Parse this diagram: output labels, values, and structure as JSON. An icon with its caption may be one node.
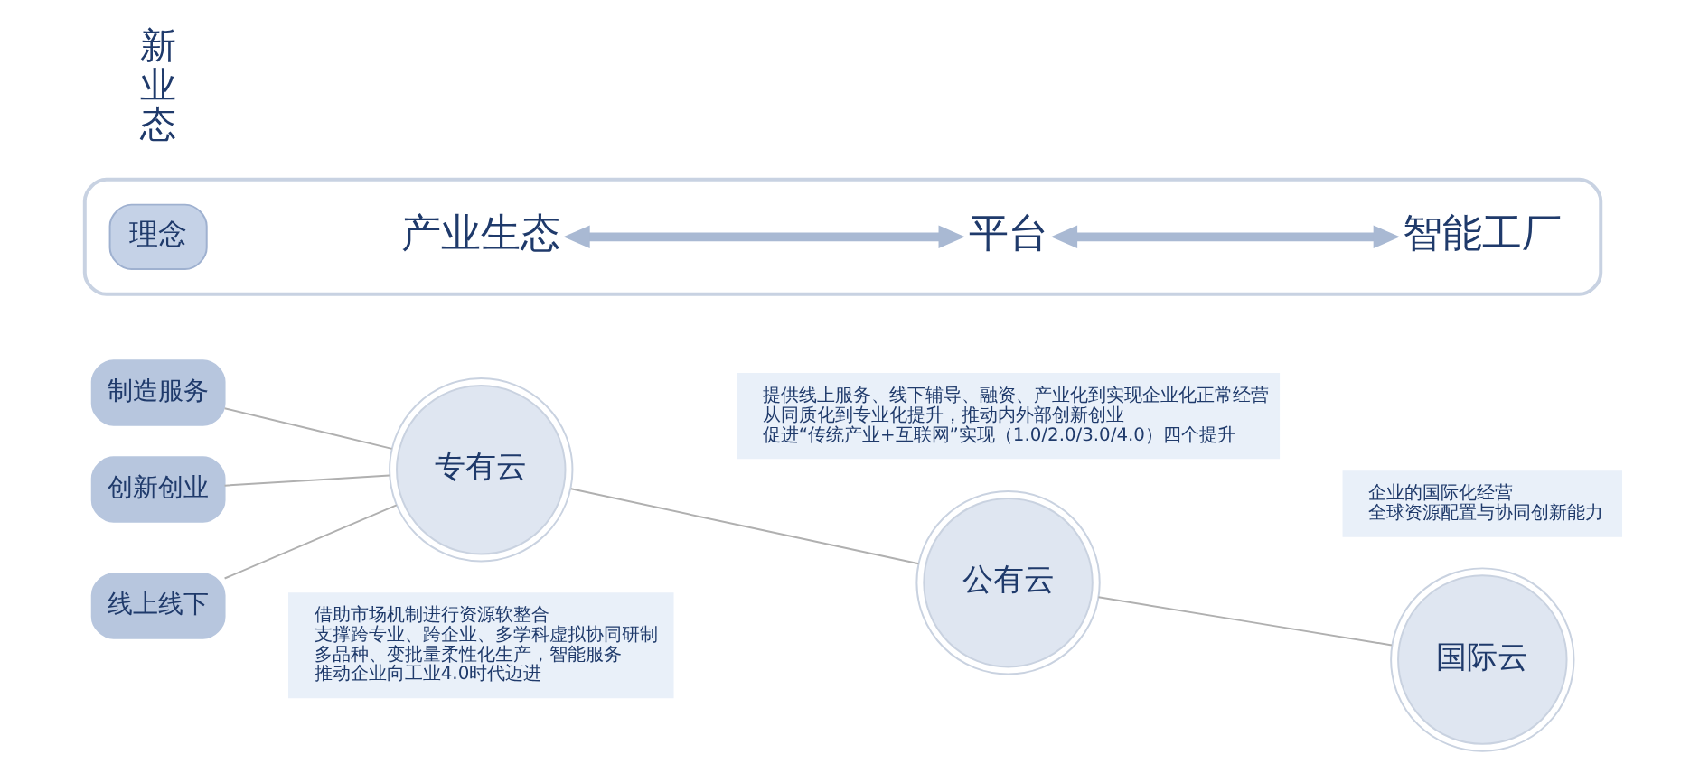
{
  "diagram": {
    "nodes": [
      {
        "text": [],
        "shape": "box"
      },
      {
        "text": [
          "理念"
        ],
        "in": 0
      },
      {
        "text": [
          "产业生态"
        ],
        "in": 0
      },
      {
        "text": [
          "平台"
        ],
        "in": 0
      },
      {
        "text": [
          "智能工厂"
        ],
        "in": 0
      },
      {
        "text": [
          "线上线下"
        ]
      },
      {
        "text": [
          "创新创业"
        ]
      },
      {
        "text": [
          "制造服务"
        ]
      },
      {
        "text": [
          "专有云"
        ]
      },
      {
        "text": [
          "公有云"
        ]
      },
      {
        "text": [
          "国际云"
        ]
      },
      {
        "text": [
          "借助市场机制进行资源软整合",
          "支撑跨专业、跨企业、多学科虚拟协同研制",
          "多品种、变批量柔性化生产，智能服务",
          "推动企业向工业4.0时代迈进"
        ]
      },
      {
        "text": [
          "提供线上服务、线下辅导、融资、产业化到实现企业化正常经营",
          "从同质化到专业化提升，推动内外部创新创业",
          "促进“传统产业+互联网”实现（1.0/2.0/3.0/4.0）四个提升"
        ]
      },
      {
        "text": [
          "企业的国际化经营",
          "全球资源配置与协同创新能力"
        ]
      }
    ],
    "edges": [
      {
        "from": 2,
        "to": 3,
        "arrow": "both",
        "style": "thick",
        "color": "#a9b9d3"
      },
      {
        "from": 3,
        "to": 4,
        "arrow": "both",
        "style": "thick",
        "color": "#a9b9d3"
      },
      {
        "from": 5,
        "to": 8,
        "arrow": "none"
      },
      {
        "from": 6,
        "to": 8,
        "arrow": "none"
      },
      {
        "from": 7,
        "to": 8,
        "arrow": "none"
      },
      {
        "from": 8,
        "to": 9,
        "arrow": "none"
      },
      {
        "from": 9,
        "to": 10,
        "arrow": "none"
      }
    ],
    "labels": [
      "新业态"
    ]
  }
}
